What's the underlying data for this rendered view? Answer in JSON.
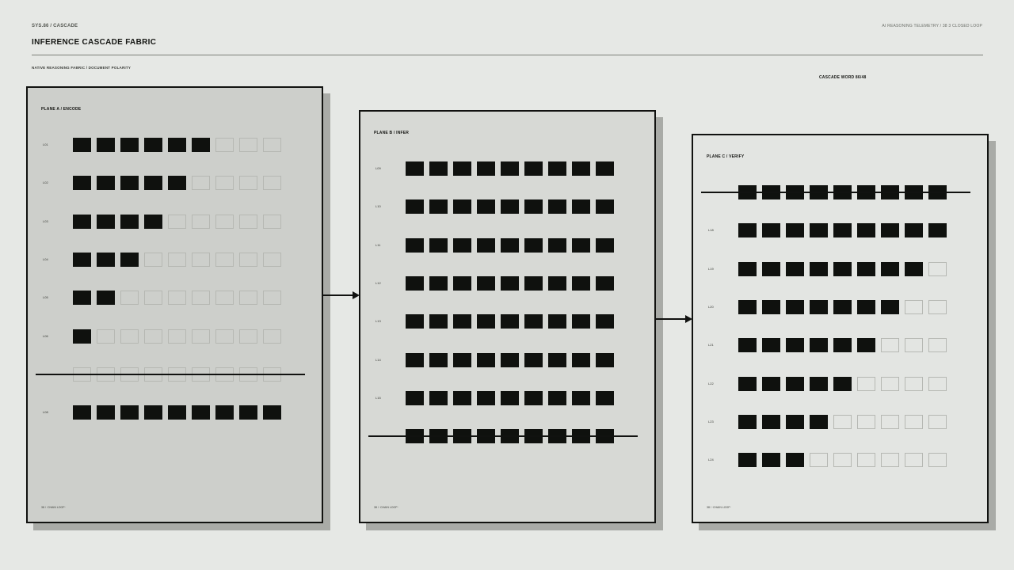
{
  "header": {
    "system_label": "SYS.86 / CASCADE",
    "telemetry_label": "AI REASONING TELEMETRY / 38 3 CLOSED LOOP",
    "title": "INFERENCE CASCADE FABRIC",
    "subtitle": "NATIVE REASONING FABRIC / DOCUMENT POLARITY",
    "cascade_word": "CASCADE WORD 86/48"
  },
  "colors": {
    "background": "#e6e8e5",
    "cell_filled": "#0f110e",
    "cell_empty_border": "#b6b8b3"
  },
  "planes": [
    {
      "title": "PLANE A / ENCODE",
      "footer": "38 / ·CHAIN LOOP·",
      "background": "#cdcfcb",
      "rows": [
        {
          "label": "L01",
          "filled": 6,
          "total": 9
        },
        {
          "label": "L02",
          "filled": 5,
          "total": 9
        },
        {
          "label": "L03",
          "filled": 4,
          "total": 9
        },
        {
          "label": "L04",
          "filled": 3,
          "total": 9
        },
        {
          "label": "L05",
          "filled": 2,
          "total": 9
        },
        {
          "label": "L06",
          "filled": 1,
          "total": 9
        },
        {
          "label": "",
          "filled": 0,
          "total": 9,
          "struck": true
        },
        {
          "label": "L08",
          "filled": 9,
          "total": 9
        }
      ]
    },
    {
      "title": "PLANE B / INFER",
      "footer": "38 / ·CHAIN LOOP·",
      "background": "#d7d9d5",
      "rows": [
        {
          "label": "L09",
          "filled": 9,
          "total": 9
        },
        {
          "label": "L10",
          "filled": 9,
          "total": 9
        },
        {
          "label": "L11",
          "filled": 9,
          "total": 9
        },
        {
          "label": "L12",
          "filled": 9,
          "total": 9
        },
        {
          "label": "L13",
          "filled": 9,
          "total": 9
        },
        {
          "label": "L14",
          "filled": 9,
          "total": 9
        },
        {
          "label": "L15",
          "filled": 9,
          "total": 9
        },
        {
          "label": "",
          "filled": 9,
          "total": 9,
          "struck": true
        }
      ]
    },
    {
      "title": "PLANE C / VERIFY",
      "footer": "38 / ·CHAIN LOOP·",
      "background": "#e3e5e2",
      "rows": [
        {
          "label": "",
          "filled": 9,
          "total": 9,
          "struck": true
        },
        {
          "label": "L18",
          "filled": 9,
          "total": 9
        },
        {
          "label": "L19",
          "filled": 8,
          "total": 9
        },
        {
          "label": "L20",
          "filled": 7,
          "total": 9
        },
        {
          "label": "L21",
          "filled": 6,
          "total": 9
        },
        {
          "label": "L22",
          "filled": 5,
          "total": 9
        },
        {
          "label": "L23",
          "filled": 4,
          "total": 9
        },
        {
          "label": "L24",
          "filled": 3,
          "total": 9
        }
      ]
    }
  ]
}
